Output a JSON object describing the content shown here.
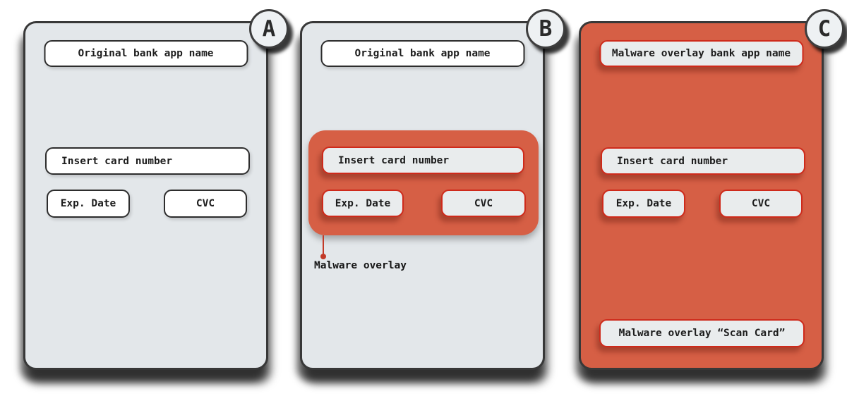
{
  "colors": {
    "malware_red": "#d65f45",
    "phone_gray": "#e3e7ea",
    "red_field_border": "#ce2a1b",
    "dark_border": "#383838",
    "ink": "#1d1d1d"
  },
  "panels": [
    {
      "badge": "A",
      "header": "Original bank app name",
      "fields": {
        "card_number": "Insert card number",
        "exp_date": "Exp. Date",
        "cvc": "CVC"
      }
    },
    {
      "badge": "B",
      "header": "Original bank app name",
      "overlay": {
        "fields": {
          "card_number": "Insert card number",
          "exp_date": "Exp. Date",
          "cvc": "CVC"
        },
        "callout": "Malware overlay"
      }
    },
    {
      "badge": "C",
      "header": "Malware overlay bank app name",
      "fields": {
        "card_number": "Insert card number",
        "exp_date": "Exp. Date",
        "cvc": "CVC"
      },
      "scan_button": "Malware overlay “Scan Card”"
    }
  ]
}
